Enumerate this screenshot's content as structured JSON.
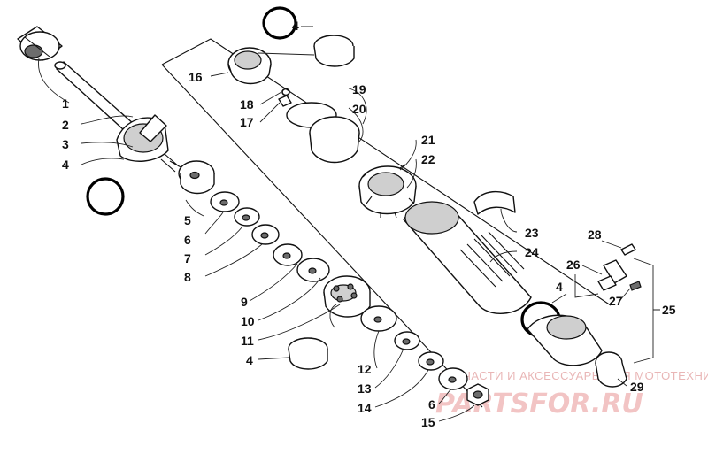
{
  "callouts": {
    "c1": "1",
    "c2": "2",
    "c3": "3",
    "c4a": "4",
    "c4b": "4",
    "c4c": "4",
    "c4d": "4",
    "c5": "5",
    "c6a": "6",
    "c6b": "6",
    "c7": "7",
    "c8": "8",
    "c9": "9",
    "c10": "10",
    "c11": "11",
    "c12": "12",
    "c13": "13",
    "c14": "14",
    "c15": "15",
    "c16": "16",
    "c17": "17",
    "c18": "18",
    "c19": "19",
    "c20": "20",
    "c21": "21",
    "c22": "22",
    "c23": "23",
    "c24": "24",
    "c25": "25",
    "c26": "26",
    "c27": "27",
    "c28": "28",
    "c29": "29"
  },
  "watermark": {
    "caption": "ЗАПЧАСТИ И АКСЕССУАРЫ ДЛЯ МОТОТЕХНИКИ",
    "logo": "PARTSFOR.RU"
  }
}
